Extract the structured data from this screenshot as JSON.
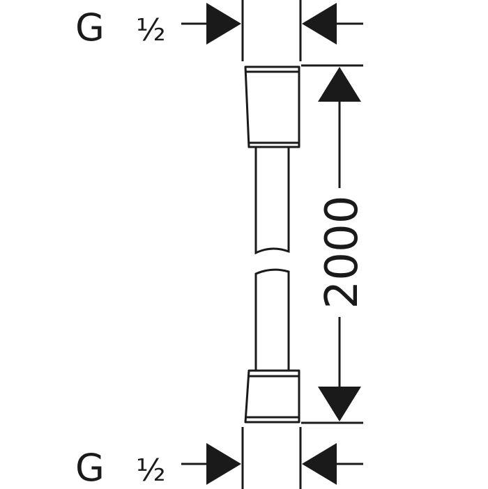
{
  "colors": {
    "ink": "#1a1a1a",
    "background": "#ffffff"
  },
  "labels": {
    "top_thread_letter": "G",
    "top_thread_size": "½",
    "bottom_thread_letter": "G",
    "bottom_thread_size": "½",
    "length": "2000"
  }
}
